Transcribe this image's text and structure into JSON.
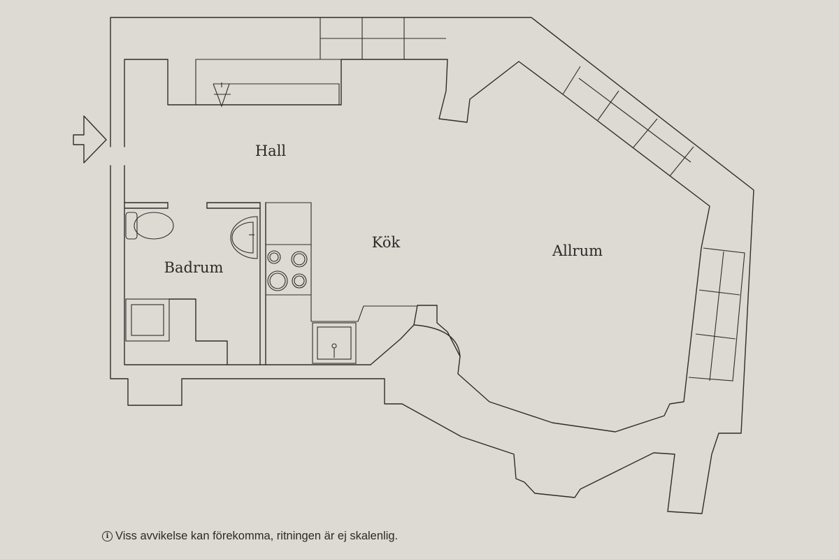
{
  "rooms": {
    "hall": "Hall",
    "kok": "Kök",
    "badrum": "Badrum",
    "allrum": "Allrum"
  },
  "note": {
    "icon": "info-circle-icon",
    "glyph": "i",
    "text": "Viss avvikelse kan förekomma, ritningen är ej skalenlig."
  },
  "colors": {
    "paper": "#dcdad3",
    "ink": "#2e2d2a"
  }
}
